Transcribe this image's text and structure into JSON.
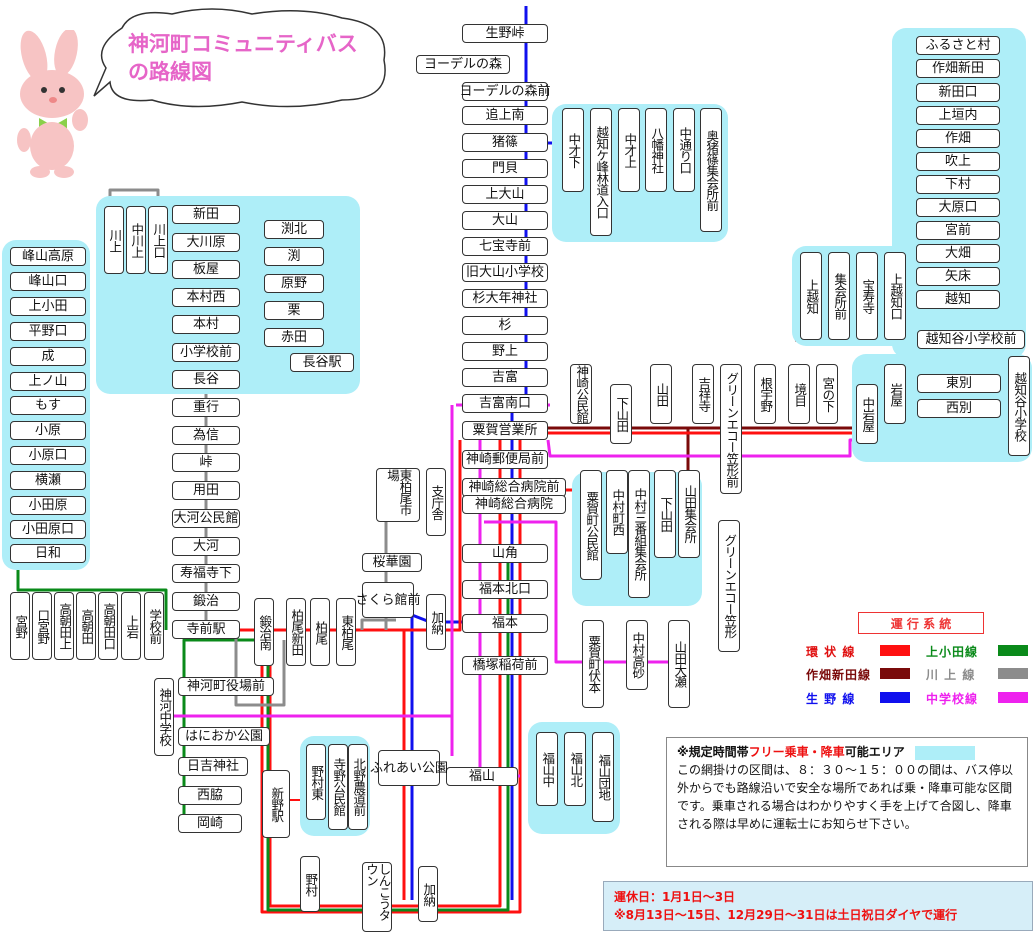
{
  "map": {
    "title_line1": "神河町コミュニティバス",
    "title_line2": "の路線図"
  },
  "stops": [
    {
      "id": "ikunotouge",
      "name": "生野峠"
    },
    {
      "id": "yoderu_mori",
      "name": "ヨーデルの森"
    },
    {
      "id": "yoderu_mae",
      "name": "ヨーデルの森前"
    },
    {
      "id": "oiue_minami",
      "name": "追上南"
    },
    {
      "id": "inoshino",
      "name": "猪篠"
    },
    {
      "id": "kadogai",
      "name": "門貝"
    },
    {
      "id": "kamioyama",
      "name": "上大山"
    },
    {
      "id": "oyama",
      "name": "大山"
    },
    {
      "id": "shichihoji_mae",
      "name": "七宝寺前"
    },
    {
      "id": "kyu_oyama_sho",
      "name": "旧大山小学校"
    },
    {
      "id": "sugiotoshi",
      "name": "杉大年神社"
    },
    {
      "id": "sugi",
      "name": "杉"
    },
    {
      "id": "noue",
      "name": "野上"
    },
    {
      "id": "yoshitomi",
      "name": "吉富"
    },
    {
      "id": "yoshitomi_minamiguchi",
      "name": "吉富南口"
    },
    {
      "id": "awaga_eigyosho",
      "name": "粟賀営業所"
    },
    {
      "id": "kanzaki_yubin",
      "name": "神崎郵便局前"
    },
    {
      "id": "kanzaki_byoin_mae",
      "name": "神崎総合病院前"
    },
    {
      "id": "kanzaki_byoin",
      "name": "神崎総合病院"
    },
    {
      "id": "yamazumi",
      "name": "山角"
    },
    {
      "id": "fukumoto_kitaguchi",
      "name": "福本北口"
    },
    {
      "id": "fukumoto",
      "name": "福本"
    },
    {
      "id": "hashizuka",
      "name": "橋塚稲荷前"
    },
    {
      "id": "fukuyama",
      "name": "福山"
    },
    {
      "id": "naka_saishita",
      "name": "中才下"
    },
    {
      "id": "ochikeminedo",
      "name": "越知ケ峰林道入口"
    },
    {
      "id": "naka_saikami",
      "name": "中才上"
    },
    {
      "id": "hachiman",
      "name": "八幡神社"
    },
    {
      "id": "nakadoriguchi",
      "name": "中通り口"
    },
    {
      "id": "okuinoshino",
      "name": "奥猪篠集会所前"
    },
    {
      "id": "furusatocho",
      "name": "ふるさと村"
    },
    {
      "id": "sakuhata_shinden",
      "name": "作畑新田"
    },
    {
      "id": "shindenguchi",
      "name": "新田口"
    },
    {
      "id": "kamigaki",
      "name": "上垣内"
    },
    {
      "id": "sakuhata",
      "name": "作畑"
    },
    {
      "id": "fukiage",
      "name": "吹上"
    },
    {
      "id": "shimomura",
      "name": "下村"
    },
    {
      "id": "oharaguchi",
      "name": "大原口"
    },
    {
      "id": "miyamae",
      "name": "宮前"
    },
    {
      "id": "ohata",
      "name": "大畑"
    },
    {
      "id": "yatoko",
      "name": "矢床"
    },
    {
      "id": "ochi",
      "name": "越知"
    },
    {
      "id": "ochidani_mae",
      "name": "越知谷小学校前"
    },
    {
      "id": "higashibetsu",
      "name": "東別"
    },
    {
      "id": "nishibetsu",
      "name": "西別"
    },
    {
      "id": "ochidani_sho",
      "name": "越知谷小学校"
    },
    {
      "id": "kamiochi",
      "name": "上越知"
    },
    {
      "id": "shukaisho",
      "name": "集会所前"
    },
    {
      "id": "hojuji",
      "name": "宝寿寺"
    },
    {
      "id": "kamiochiguchi",
      "name": "上越知口"
    },
    {
      "id": "iwaya",
      "name": "岩屋"
    },
    {
      "id": "nakaiwaya",
      "name": "中岩屋"
    },
    {
      "id": "miyanoshita",
      "name": "宮の下"
    },
    {
      "id": "sakaime",
      "name": "境目"
    },
    {
      "id": "neuno",
      "name": "根宇野"
    },
    {
      "id": "green_mae",
      "name": "グリーンエコー笠形前"
    },
    {
      "id": "green",
      "name": "グリーンエコー笠形"
    },
    {
      "id": "kissho",
      "name": "吉祥寺"
    },
    {
      "id": "yamada",
      "name": "山田"
    },
    {
      "id": "shimoyamada",
      "name": "下山田"
    },
    {
      "id": "kanzaki_kominkan",
      "name": "神崎公民館"
    },
    {
      "id": "awaga_kominkan",
      "name": "粟賀町公民館"
    },
    {
      "id": "nakamura_nishi",
      "name": "中村町西"
    },
    {
      "id": "nakamura_sanban",
      "name": "中村三番組集会所"
    },
    {
      "id": "shimoyamada2",
      "name": "下山田"
    },
    {
      "id": "yamada_shukai",
      "name": "山田集会所"
    },
    {
      "id": "awaga_fushimoto",
      "name": "粟賀町伏本"
    },
    {
      "id": "nakamura_takasago",
      "name": "中村高砂"
    },
    {
      "id": "yamada_ose",
      "name": "山田大瀬"
    },
    {
      "id": "fukuyama_naka",
      "name": "福山中"
    },
    {
      "id": "fukuyama_kita",
      "name": "福山北"
    },
    {
      "id": "fukuyama_danchi",
      "name": "福山団地"
    },
    {
      "id": "minehayama_kogen",
      "name": "峰山高原"
    },
    {
      "id": "minehayamaguchi",
      "name": "峰山口"
    },
    {
      "id": "kamiobata",
      "name": "上小田"
    },
    {
      "id": "hiranoguchi",
      "name": "平野口"
    },
    {
      "id": "nari",
      "name": "成"
    },
    {
      "id": "kaminoyama",
      "name": "上ノ山"
    },
    {
      "id": "mosu",
      "name": "もす"
    },
    {
      "id": "ohara",
      "name": "小原"
    },
    {
      "id": "oharaguchi2",
      "name": "小原口"
    },
    {
      "id": "yokose",
      "name": "横瀬"
    },
    {
      "id": "kodahara",
      "name": "小田原"
    },
    {
      "id": "kodaharaguchi",
      "name": "小田原口"
    },
    {
      "id": "hiwa",
      "name": "日和"
    },
    {
      "id": "miyano",
      "name": "宮野"
    },
    {
      "id": "kuchimiyano",
      "name": "口宮野"
    },
    {
      "id": "takasaki_kami",
      "name": "高朝田上"
    },
    {
      "id": "takasaki",
      "name": "高朝田"
    },
    {
      "id": "takasakiguchi",
      "name": "高朝田口"
    },
    {
      "id": "kamiiwa",
      "name": "上岩"
    },
    {
      "id": "gakkomae",
      "name": "学校前"
    },
    {
      "id": "teramaeeki",
      "name": "寺前駅"
    },
    {
      "id": "kawakami",
      "name": "川上"
    },
    {
      "id": "nakakawakami",
      "name": "中川上"
    },
    {
      "id": "kawakamiguchi",
      "name": "川上口"
    },
    {
      "id": "shinden",
      "name": "新田"
    },
    {
      "id": "okawara",
      "name": "大川原"
    },
    {
      "id": "itaya",
      "name": "板屋"
    },
    {
      "id": "motomura_nishi",
      "name": "本村西"
    },
    {
      "id": "motomura",
      "name": "本村"
    },
    {
      "id": "shogakko_mae",
      "name": "小学校前"
    },
    {
      "id": "hasedani",
      "name": "長谷"
    },
    {
      "id": "shigeyuki",
      "name": "重行"
    },
    {
      "id": "tamenobu",
      "name": "為信"
    },
    {
      "id": "touge",
      "name": "峠"
    },
    {
      "id": "yoda",
      "name": "用田"
    },
    {
      "id": "okawachi_kominkan",
      "name": "大河公民館"
    },
    {
      "id": "okawachi",
      "name": "大河"
    },
    {
      "id": "jufukuji",
      "name": "寿福寺下"
    },
    {
      "id": "kaji",
      "name": "鍛治"
    },
    {
      "id": "fuchikita",
      "name": "渕北"
    },
    {
      "id": "fuchi",
      "name": "渕"
    },
    {
      "id": "harano",
      "name": "原野"
    },
    {
      "id": "kuri",
      "name": "栗"
    },
    {
      "id": "akada",
      "name": "赤田"
    },
    {
      "id": "haseeki",
      "name": "長谷駅"
    },
    {
      "id": "kajiminami",
      "name": "鍛治南"
    },
    {
      "id": "kashio_shinden",
      "name": "柏尾新田"
    },
    {
      "id": "kashio",
      "name": "柏尾"
    },
    {
      "id": "higashi_kashio",
      "name": "東柏尾"
    },
    {
      "id": "higashi_kashio_ichiba",
      "name": "東柏尾市場"
    },
    {
      "id": "shichosha",
      "name": "支庁舎"
    },
    {
      "id": "oukaen",
      "name": "桜華園"
    },
    {
      "id": "sakura_kaikan",
      "name": "さくら館前"
    },
    {
      "id": "kano",
      "name": "加納"
    },
    {
      "id": "yakuba_mae",
      "name": "神河町役場前"
    },
    {
      "id": "kamikawa_chu",
      "name": "神河中学校"
    },
    {
      "id": "haniwa_koen",
      "name": "はにおか公園"
    },
    {
      "id": "hiyoshi_jinja",
      "name": "日吉神社"
    },
    {
      "id": "nishiwaki",
      "name": "西脇"
    },
    {
      "id": "okazaki",
      "name": "岡崎"
    },
    {
      "id": "shinnoeki",
      "name": "新野駅"
    },
    {
      "id": "nomura_higashi",
      "name": "野村東"
    },
    {
      "id": "terano_kominkan",
      "name": "寺野公民館"
    },
    {
      "id": "kitanono_mae",
      "name": "北野農道前"
    },
    {
      "id": "fureai_koen",
      "name": "ふれあい公園"
    },
    {
      "id": "nomura",
      "name": "野村"
    },
    {
      "id": "shinko_town",
      "name": "しんこうタウン"
    },
    {
      "id": "kano2",
      "name": "加納"
    }
  ],
  "legend": {
    "title": "運 行 系 統",
    "items": [
      {
        "label": "環 状 線",
        "color": "#ff1010",
        "text_color": "#e01010"
      },
      {
        "label": "上小田線",
        "color": "#0a8a1a",
        "text_color": "#0a8a1a"
      },
      {
        "label": "作畑新田線",
        "color": "#7a0a0a",
        "text_color": "#7a0a0a"
      },
      {
        "label": "川 上 線",
        "color": "#8c8c8c",
        "text_color": "#8c8c8c"
      },
      {
        "label": "生 野 線",
        "color": "#1010ee",
        "text_color": "#1010ee"
      },
      {
        "label": "中学校線",
        "color": "#ee22ee",
        "text_color": "#ee22ee"
      }
    ]
  },
  "notice": {
    "head_prefix": "※規定時間帯",
    "head_highlight": "フリー乗車・降車",
    "head_suffix": "可能エリア",
    "body": "この網掛けの区間は、８：３０～１５：００の間は、バス停以外からでも路線沿いで安全な場所であれば乗・降車可能な区間です。乗車される場合はわかりやすく手を上げて合図し、降車される際は早めに運転士にお知らせ下さい。"
  },
  "holiday": {
    "line1": "運休日：1月1日～3日",
    "line2": "※8月13日～15日、12月29日～31日は土日祝日ダイヤで運行"
  },
  "colors": {
    "loop": "#ff1010",
    "kamioda": "#0a8a1a",
    "sakuhata": "#7a0a0a",
    "kawakami": "#8c8c8c",
    "ikuno": "#1010ee",
    "chugakko": "#ee22ee",
    "free_area": "#aeeef8"
  }
}
